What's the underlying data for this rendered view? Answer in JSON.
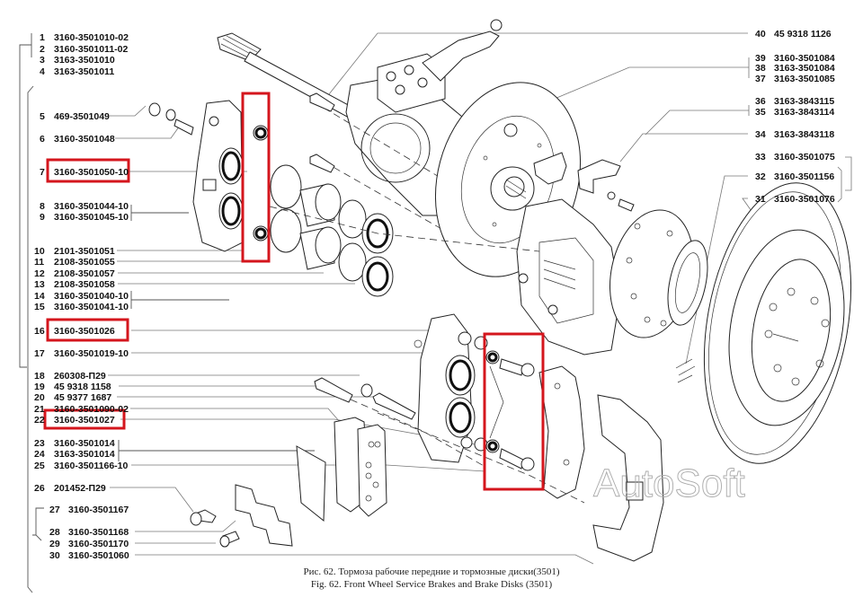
{
  "figure": {
    "caption_ru": "Рис. 62. Тормоза рабочие передние и тормозные диски(3501)",
    "caption_en": "Fig. 62. Front Wheel Service Brakes and Brake Disks (3501)",
    "watermark": "AutoSoft",
    "highlight_color": "#d4161d"
  },
  "left_labels": [
    {
      "num": "1",
      "part": "3160-3501010-02",
      "highlighted": false
    },
    {
      "num": "2",
      "part": "3160-3501011-02",
      "highlighted": false
    },
    {
      "num": "3",
      "part": "3163-3501010",
      "highlighted": false
    },
    {
      "num": "4",
      "part": "3163-3501011",
      "highlighted": false
    },
    {
      "num": "5",
      "part": "469-3501049",
      "highlighted": false
    },
    {
      "num": "6",
      "part": "3160-3501048",
      "highlighted": false
    },
    {
      "num": "7",
      "part": "3160-3501050-10",
      "highlighted": true
    },
    {
      "num": "8",
      "part": "3160-3501044-10",
      "highlighted": false
    },
    {
      "num": "9",
      "part": "3160-3501045-10",
      "highlighted": false
    },
    {
      "num": "10",
      "part": "2101-3501051",
      "highlighted": false
    },
    {
      "num": "11",
      "part": "2108-3501055",
      "highlighted": false
    },
    {
      "num": "12",
      "part": "2108-3501057",
      "highlighted": false
    },
    {
      "num": "13",
      "part": "2108-3501058",
      "highlighted": false
    },
    {
      "num": "14",
      "part": "3160-3501040-10",
      "highlighted": false
    },
    {
      "num": "15",
      "part": "3160-3501041-10",
      "highlighted": false
    },
    {
      "num": "16",
      "part": "3160-3501026",
      "highlighted": true
    },
    {
      "num": "17",
      "part": "3160-3501019-10",
      "highlighted": false
    },
    {
      "num": "18",
      "part": "260308-П29",
      "highlighted": false
    },
    {
      "num": "19",
      "part": "45 9318 1158",
      "highlighted": false
    },
    {
      "num": "20",
      "part": "45 9377 1687",
      "highlighted": false
    },
    {
      "num": "21",
      "part": "3160-3501090-02",
      "highlighted": false
    },
    {
      "num": "22",
      "part": "3160-3501027",
      "highlighted": true
    },
    {
      "num": "23",
      "part": "3160-3501014",
      "highlighted": false
    },
    {
      "num": "24",
      "part": "3163-3501014",
      "highlighted": false
    },
    {
      "num": "25",
      "part": "3160-3501166-10",
      "highlighted": false
    },
    {
      "num": "26",
      "part": "201452-П29",
      "highlighted": false
    },
    {
      "num": "27",
      "part": "3160-3501167",
      "highlighted": false
    },
    {
      "num": "28",
      "part": "3160-3501168",
      "highlighted": false
    },
    {
      "num": "29",
      "part": "3160-3501170",
      "highlighted": false
    },
    {
      "num": "30",
      "part": "3160-3501060",
      "highlighted": false
    }
  ],
  "right_labels": [
    {
      "num": "40",
      "part": "45 9318 1126"
    },
    {
      "num": "39",
      "part": "3160-3501084"
    },
    {
      "num": "38",
      "part": "3163-3501084"
    },
    {
      "num": "37",
      "part": "3163-3501085"
    },
    {
      "num": "36",
      "part": "3163-3843115"
    },
    {
      "num": "35",
      "part": "3163-3843114"
    },
    {
      "num": "34",
      "part": "3163-3843118"
    },
    {
      "num": "33",
      "part": "3160-3501075"
    },
    {
      "num": "32",
      "part": "3160-3501156"
    },
    {
      "num": "31",
      "part": "3160-3501076"
    }
  ]
}
